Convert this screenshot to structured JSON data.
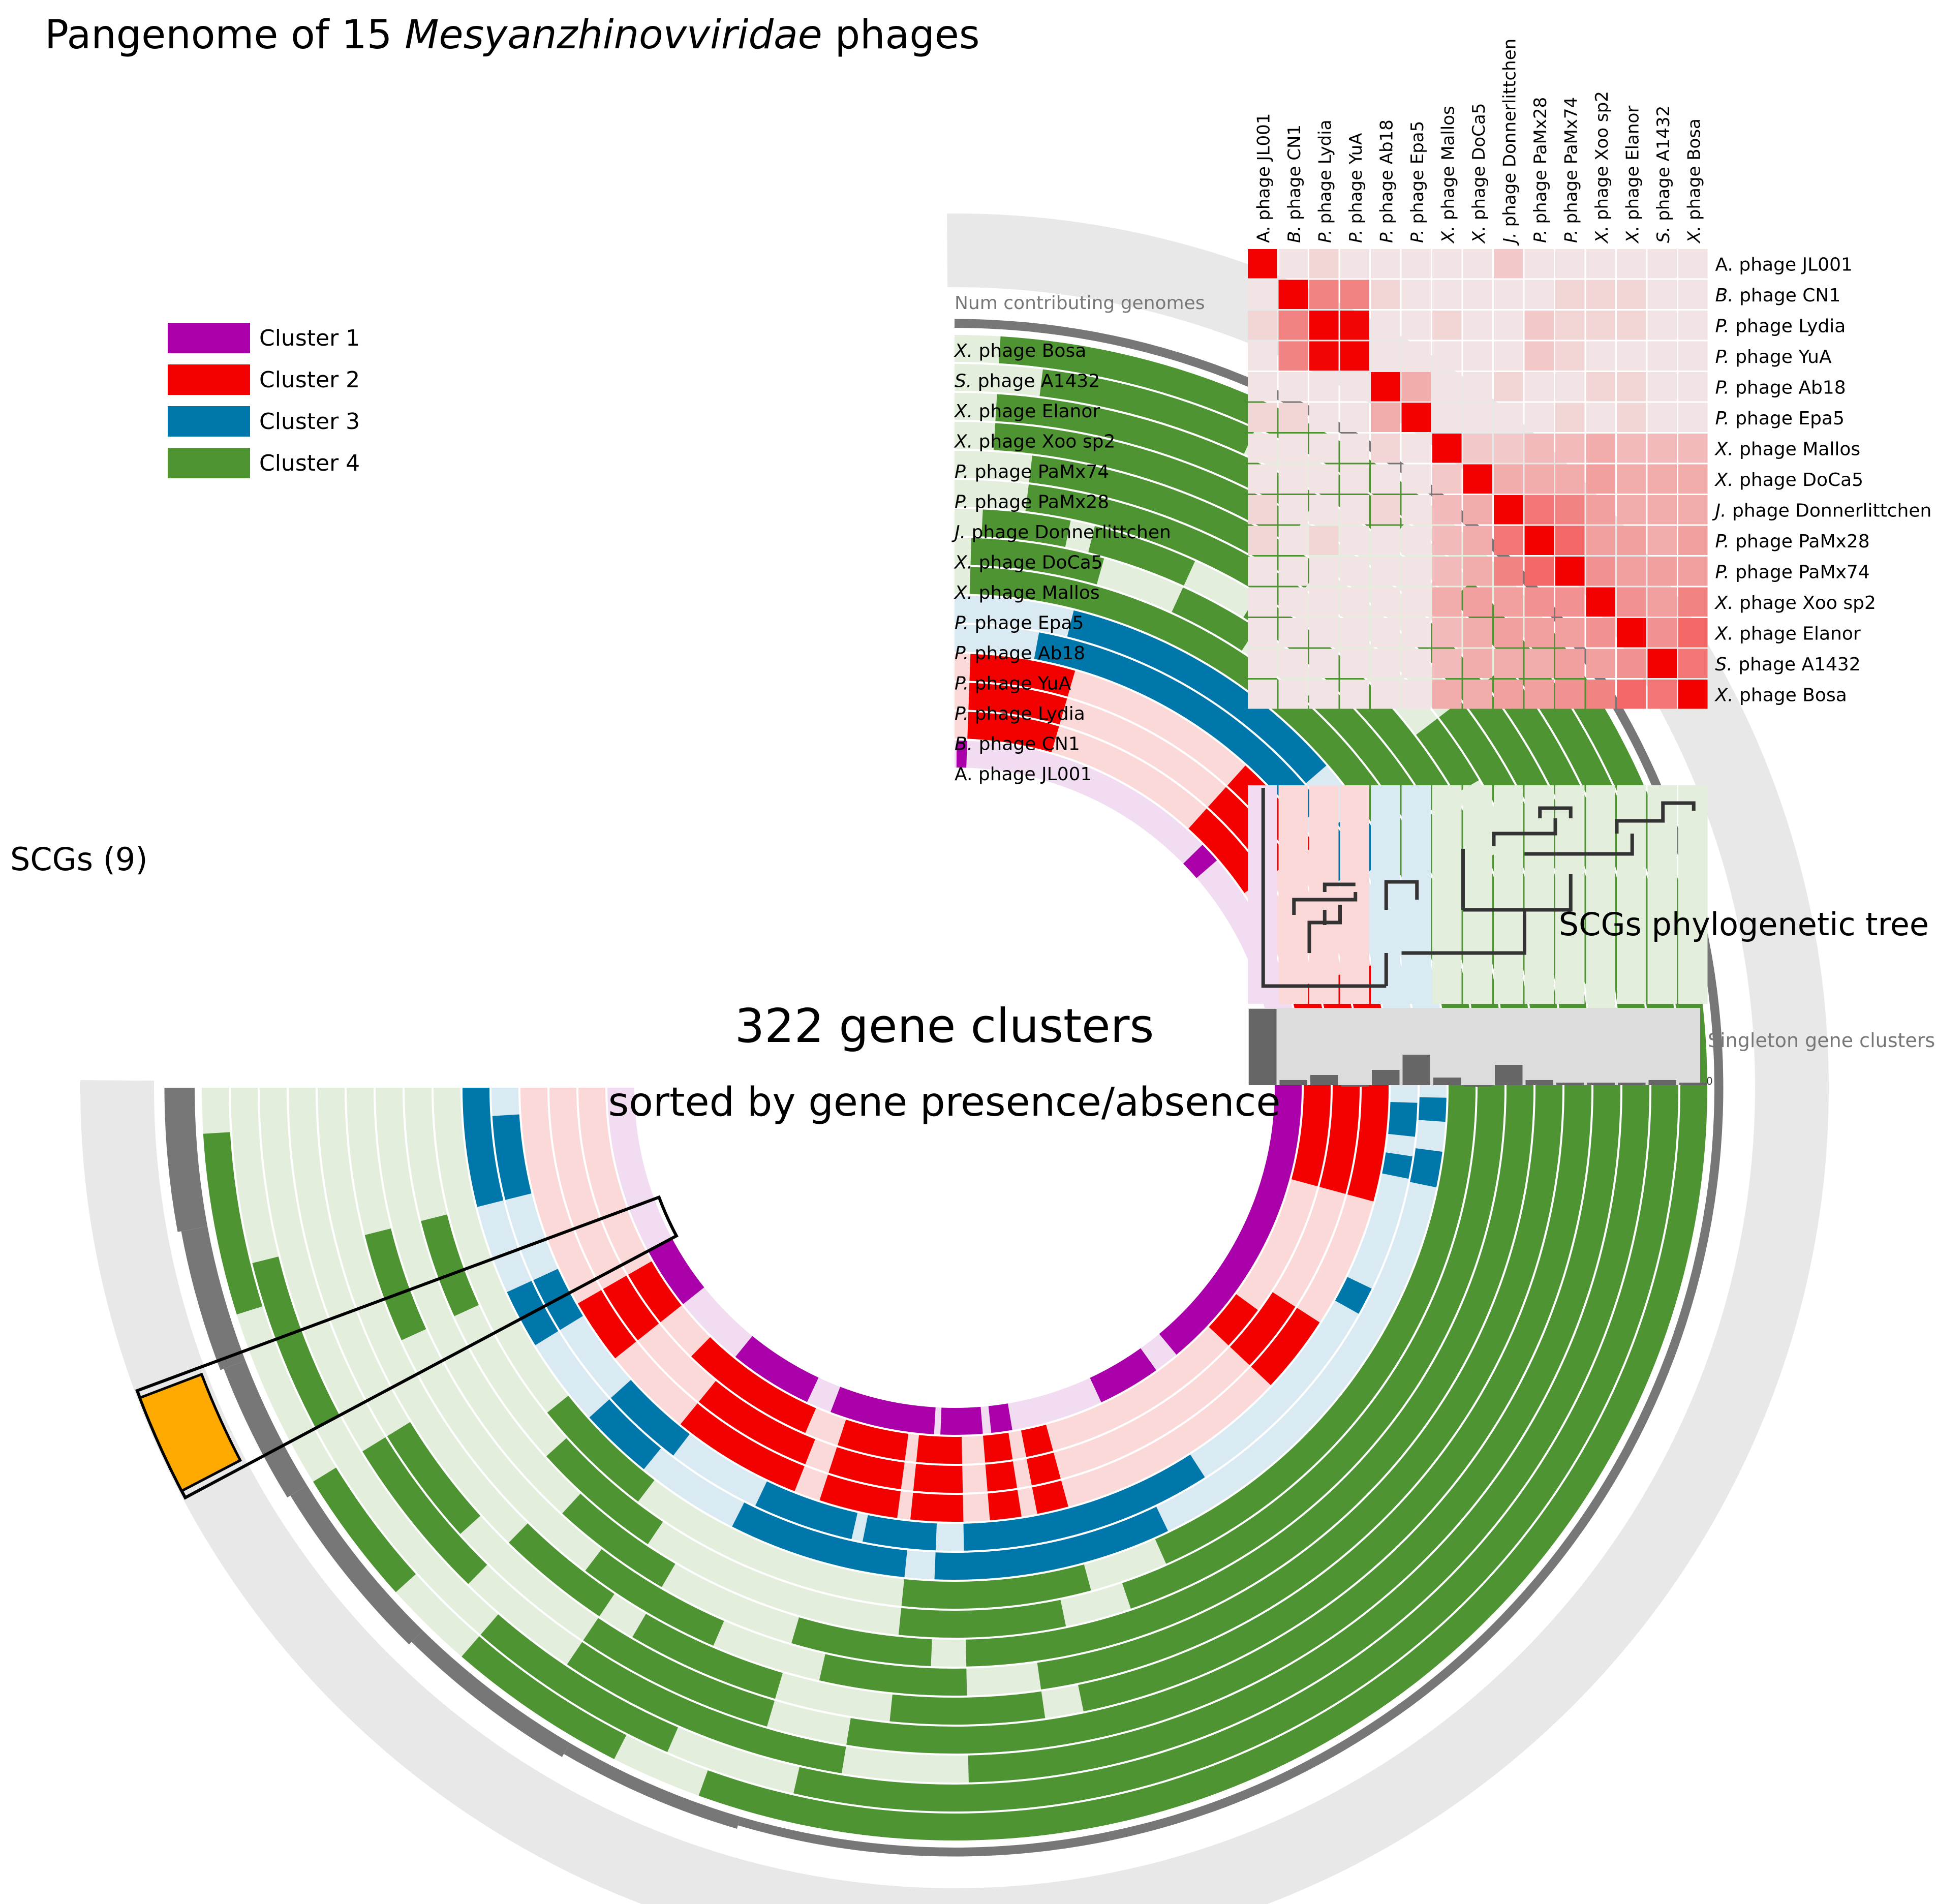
{
  "title": {
    "prefix": "Pangenome of 15 ",
    "italic": "Mesyanzhinovviridae",
    "suffix": " phages"
  },
  "center": {
    "line1": "322 gene clusters",
    "line2": "sorted by gene presence/absence"
  },
  "scg_label": "SCGs (9)",
  "tree_label": "SCGs phylogenetic tree",
  "num_contributing_label": "Num contributing genomes",
  "singleton_label": "Singleton gene clusters",
  "singleton_zero": "0",
  "legend": [
    {
      "label": "Cluster 1",
      "color": "#aa00aa"
    },
    {
      "label": "Cluster 2",
      "color": "#f30000"
    },
    {
      "label": "Cluster 3",
      "color": "#0077aa"
    },
    {
      "label": "Cluster 4",
      "color": "#4e9433"
    }
  ],
  "genomes": [
    {
      "prefix": "A.",
      "name": " phage JL001",
      "italic_prefix": false,
      "cluster": 1
    },
    {
      "prefix": "B.",
      "name": " phage CN1",
      "italic_prefix": true,
      "cluster": 2
    },
    {
      "prefix": "P.",
      "name": " phage Lydia",
      "italic_prefix": true,
      "cluster": 2
    },
    {
      "prefix": "P.",
      "name": " phage YuA",
      "italic_prefix": true,
      "cluster": 2
    },
    {
      "prefix": "P.",
      "name": " phage Ab18",
      "italic_prefix": true,
      "cluster": 3
    },
    {
      "prefix": "P.",
      "name": " phage Epa5",
      "italic_prefix": true,
      "cluster": 3
    },
    {
      "prefix": "X.",
      "name": " phage Mallos",
      "italic_prefix": true,
      "cluster": 4
    },
    {
      "prefix": "X.",
      "name": " phage DoCa5",
      "italic_prefix": true,
      "cluster": 4
    },
    {
      "prefix": "J.",
      "name": " phage Donnerlittchen",
      "italic_prefix": true,
      "cluster": 4
    },
    {
      "prefix": "P.",
      "name": " phage PaMx28",
      "italic_prefix": true,
      "cluster": 4
    },
    {
      "prefix": "P.",
      "name": " phage PaMx74",
      "italic_prefix": true,
      "cluster": 4
    },
    {
      "prefix": "X.",
      "name": " phage Xoo sp2",
      "italic_prefix": true,
      "cluster": 4
    },
    {
      "prefix": "X.",
      "name": " phage Elanor",
      "italic_prefix": true,
      "cluster": 4
    },
    {
      "prefix": "S.",
      "name": " phage A1432",
      "italic_prefix": true,
      "cluster": 4
    },
    {
      "prefix": "X.",
      "name": " phage Bosa",
      "italic_prefix": true,
      "cluster": 4
    }
  ],
  "singletons": [
    30,
    2,
    4,
    0,
    6,
    12,
    3,
    0,
    8,
    2,
    1,
    1,
    1,
    2,
    1
  ],
  "heatmap": [
    [
      1.0,
      0.05,
      0.1,
      0.05,
      0.05,
      0.05,
      0.05,
      0.05,
      0.15,
      0.05,
      0.05,
      0.05,
      0.05,
      0.05,
      0.05
    ],
    [
      0.05,
      1.0,
      0.4,
      0.4,
      0.1,
      0.05,
      0.05,
      0.05,
      0.05,
      0.05,
      0.1,
      0.1,
      0.1,
      0.05,
      0.05
    ],
    [
      0.1,
      0.4,
      1.0,
      0.85,
      0.05,
      0.05,
      0.1,
      0.05,
      0.05,
      0.15,
      0.1,
      0.1,
      0.1,
      0.05,
      0.05
    ],
    [
      0.05,
      0.4,
      0.85,
      1.0,
      0.05,
      0.05,
      0.05,
      0.05,
      0.05,
      0.15,
      0.1,
      0.05,
      0.05,
      0.05,
      0.05
    ],
    [
      0.05,
      0.05,
      0.05,
      0.05,
      1.0,
      0.25,
      0.05,
      0.05,
      0.1,
      0.05,
      0.05,
      0.1,
      0.1,
      0.05,
      0.05
    ],
    [
      0.1,
      0.1,
      0.05,
      0.05,
      0.25,
      1.0,
      0.05,
      0.05,
      0.05,
      0.05,
      0.1,
      0.05,
      0.1,
      0.05,
      0.05
    ],
    [
      0.05,
      0.05,
      0.05,
      0.05,
      0.1,
      0.05,
      1.0,
      0.15,
      0.15,
      0.2,
      0.2,
      0.25,
      0.2,
      0.2,
      0.2
    ],
    [
      0.05,
      0.05,
      0.05,
      0.05,
      0.05,
      0.05,
      0.15,
      1.0,
      0.25,
      0.25,
      0.25,
      0.3,
      0.25,
      0.25,
      0.25
    ],
    [
      0.1,
      0.05,
      0.05,
      0.05,
      0.1,
      0.05,
      0.2,
      0.25,
      1.0,
      0.45,
      0.4,
      0.3,
      0.25,
      0.25,
      0.25
    ],
    [
      0.1,
      0.05,
      0.1,
      0.05,
      0.05,
      0.05,
      0.2,
      0.25,
      0.45,
      1.0,
      0.5,
      0.3,
      0.3,
      0.25,
      0.3
    ],
    [
      0.05,
      0.05,
      0.05,
      0.05,
      0.05,
      0.05,
      0.2,
      0.25,
      0.4,
      0.5,
      1.0,
      0.35,
      0.3,
      0.3,
      0.3
    ],
    [
      0.05,
      0.05,
      0.05,
      0.05,
      0.05,
      0.05,
      0.25,
      0.3,
      0.3,
      0.35,
      0.35,
      1.0,
      0.35,
      0.3,
      0.4
    ],
    [
      0.05,
      0.05,
      0.05,
      0.05,
      0.05,
      0.05,
      0.2,
      0.25,
      0.3,
      0.3,
      0.3,
      0.35,
      1.0,
      0.35,
      0.5
    ],
    [
      0.05,
      0.05,
      0.05,
      0.05,
      0.05,
      0.05,
      0.2,
      0.25,
      0.25,
      0.25,
      0.3,
      0.3,
      0.35,
      1.0,
      0.45
    ],
    [
      0.05,
      0.05,
      0.05,
      0.05,
      0.05,
      0.05,
      0.25,
      0.25,
      0.3,
      0.3,
      0.35,
      0.4,
      0.5,
      0.45,
      1.0
    ]
  ],
  "rings": [
    {
      "genome": 1,
      "arcs": [
        [
          1,
          5
        ],
        [
          130,
          10
        ],
        [
          250,
          150
        ],
        [
          412,
          30
        ],
        [
          486,
          10
        ],
        [
          500,
          20
        ],
        [
          523,
          50
        ],
        [
          585,
          40
        ],
        [
          660,
          30
        ]
      ]
    },
    {
      "genome": 2,
      "arcs": [
        [
          6,
          40
        ],
        [
          120,
          40
        ],
        [
          210,
          90
        ],
        [
          360,
          20
        ],
        [
          470,
          12
        ],
        [
          488,
          12
        ],
        [
          510,
          20
        ],
        [
          535,
          30
        ],
        [
          580,
          60
        ],
        [
          660,
          25
        ]
      ]
    },
    {
      "genome": 3,
      "arcs": [
        [
          6,
          40
        ],
        [
          120,
          40
        ],
        [
          210,
          90
        ],
        [
          290,
          10
        ],
        [
          350,
          30
        ],
        [
          470,
          12
        ],
        [
          488,
          12
        ],
        [
          510,
          20
        ],
        [
          535,
          30
        ],
        [
          575,
          50
        ],
        [
          660,
          25
        ]
      ]
    },
    {
      "genome": 4,
      "arcs": [
        [
          6,
          40
        ],
        [
          120,
          40
        ],
        [
          210,
          90
        ],
        [
          350,
          30
        ],
        [
          470,
          12
        ],
        [
          488,
          12
        ],
        [
          510,
          20
        ],
        [
          535,
          30
        ],
        [
          575,
          50
        ],
        [
          660,
          25
        ]
      ]
    },
    {
      "genome": 5,
      "arcs": [
        [
          30,
          120
        ],
        [
          158,
          18
        ],
        [
          262,
          12
        ],
        [
          281,
          8
        ],
        [
          330,
          10
        ],
        [
          420,
          90
        ],
        [
          520,
          26
        ],
        [
          550,
          36
        ],
        [
          620,
          30
        ],
        [
          680,
          20
        ],
        [
          730,
          30
        ]
      ]
    },
    {
      "genome": 6,
      "arcs": [
        [
          40,
          100
        ],
        [
          158,
          20
        ],
        [
          260,
          8
        ],
        [
          278,
          12
        ],
        [
          440,
          80
        ],
        [
          530,
          60
        ],
        [
          625,
          25
        ],
        [
          680,
          20
        ],
        [
          730,
          40
        ]
      ]
    },
    {
      "genome": 7,
      "arcs": [
        [
          5,
          440
        ],
        [
          470,
          60
        ],
        [
          620,
          40
        ]
      ]
    },
    {
      "genome": 8,
      "arcs": [
        [
          5,
          40
        ],
        [
          70,
          25
        ],
        [
          120,
          340
        ],
        [
          480,
          50
        ],
        [
          610,
          40
        ],
        [
          700,
          30
        ]
      ]
    },
    {
      "genome": 9,
      "arcs": [
        [
          8,
          25
        ],
        [
          40,
          30
        ],
        [
          90,
          420
        ],
        [
          520,
          40
        ],
        [
          600,
          35
        ]
      ]
    },
    {
      "genome": 10,
      "arcs": [
        [
          20,
          80
        ],
        [
          150,
          20
        ],
        [
          190,
          300
        ],
        [
          510,
          40
        ],
        [
          580,
          40
        ],
        [
          700,
          30
        ]
      ]
    },
    {
      "genome": 11,
      "arcs": [
        [
          20,
          80
        ],
        [
          150,
          330
        ],
        [
          490,
          40
        ],
        [
          560,
          40
        ],
        [
          610,
          30
        ]
      ]
    },
    {
      "genome": 12,
      "arcs": [
        [
          10,
          80
        ],
        [
          130,
          100
        ],
        [
          240,
          300
        ],
        [
          560,
          50
        ],
        [
          650,
          30
        ]
      ]
    },
    {
      "genome": 13,
      "arcs": [
        [
          10,
          80
        ],
        [
          150,
          360
        ],
        [
          540,
          70
        ],
        [
          640,
          40
        ]
      ]
    },
    {
      "genome": 14,
      "arcs": [
        [
          20,
          50
        ],
        [
          90,
          20
        ],
        [
          130,
          420
        ],
        [
          580,
          50
        ],
        [
          690,
          40
        ]
      ]
    },
    {
      "genome": 15,
      "arcs": [
        [
          10,
          100
        ],
        [
          150,
          420
        ],
        [
          590,
          40
        ],
        [
          650,
          30
        ],
        [
          720,
          40
        ]
      ]
    }
  ]
}
